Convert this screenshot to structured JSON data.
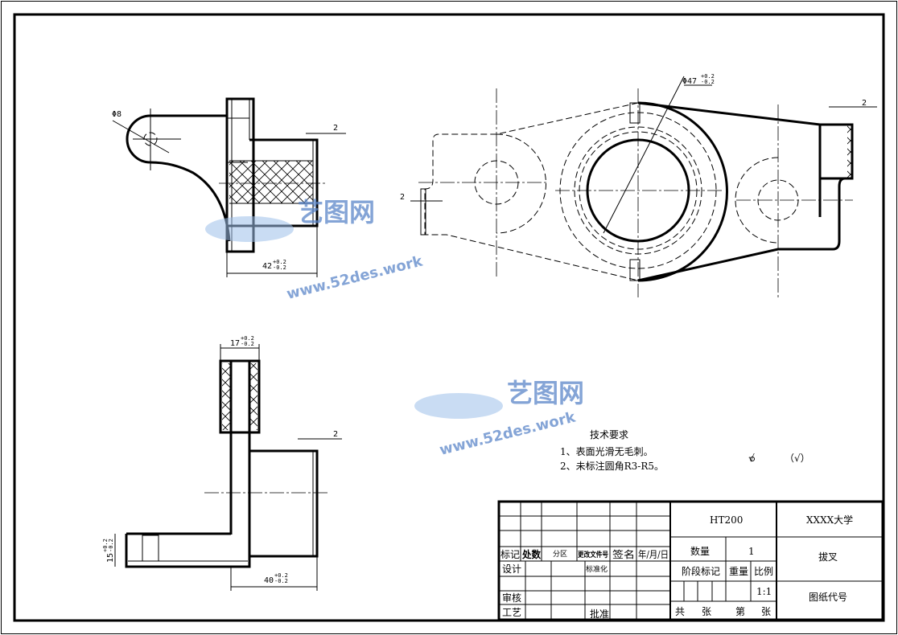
{
  "drawing": {
    "top_left_view": {
      "hole_dia": "Φ8",
      "wall": "2",
      "width": {
        "nominal": "42",
        "upper": "+0.2",
        "lower": "-0.2"
      }
    },
    "top_right_view": {
      "bore_dia": {
        "nominal": "Φ47",
        "upper": "+0.2",
        "lower": "-0.2"
      },
      "wall_left": "2",
      "wall_right": "2"
    },
    "bottom_view": {
      "boss_width": {
        "nominal": "17",
        "upper": "+0.2",
        "lower": "-0.2"
      },
      "wall": "2",
      "thickness": {
        "nominal": "15",
        "upper": "+0.2",
        "lower": "-0.2"
      },
      "length": {
        "nominal": "40",
        "upper": "+0.2",
        "lower": "-0.2"
      }
    }
  },
  "technical_requirements": {
    "title": "技术要求",
    "items": [
      "1、表面光滑无毛刺。",
      "2、未标注圆角R3-R5。"
    ]
  },
  "surface_symbols": {
    "general": "√",
    "bracketed": "（√）"
  },
  "title_block": {
    "labels": {
      "mark": "标记",
      "count": "处数",
      "zone": "分区",
      "change_doc": "更改文件号",
      "signature": "签名",
      "date": "年/月/日",
      "design": "设计",
      "standardization": "标准化",
      "review": "审核",
      "process": "工艺",
      "approve": "批准",
      "quantity": "数量",
      "stage_mark": "阶段标记",
      "weight": "重量",
      "scale": "比例",
      "total": "共",
      "sheets": "张",
      "sheet_no": "第",
      "sheet": "张",
      "drawing_no": "图纸代号"
    },
    "material": "HT200",
    "school": "XXXX大学",
    "part_name": "拔叉",
    "quantity_value": "1",
    "scale_value": "1:1"
  },
  "watermark": {
    "brand": "艺图网",
    "url": "www.52des.work"
  },
  "colors": {
    "watermark": "#5b86c9",
    "line": "#000000"
  }
}
